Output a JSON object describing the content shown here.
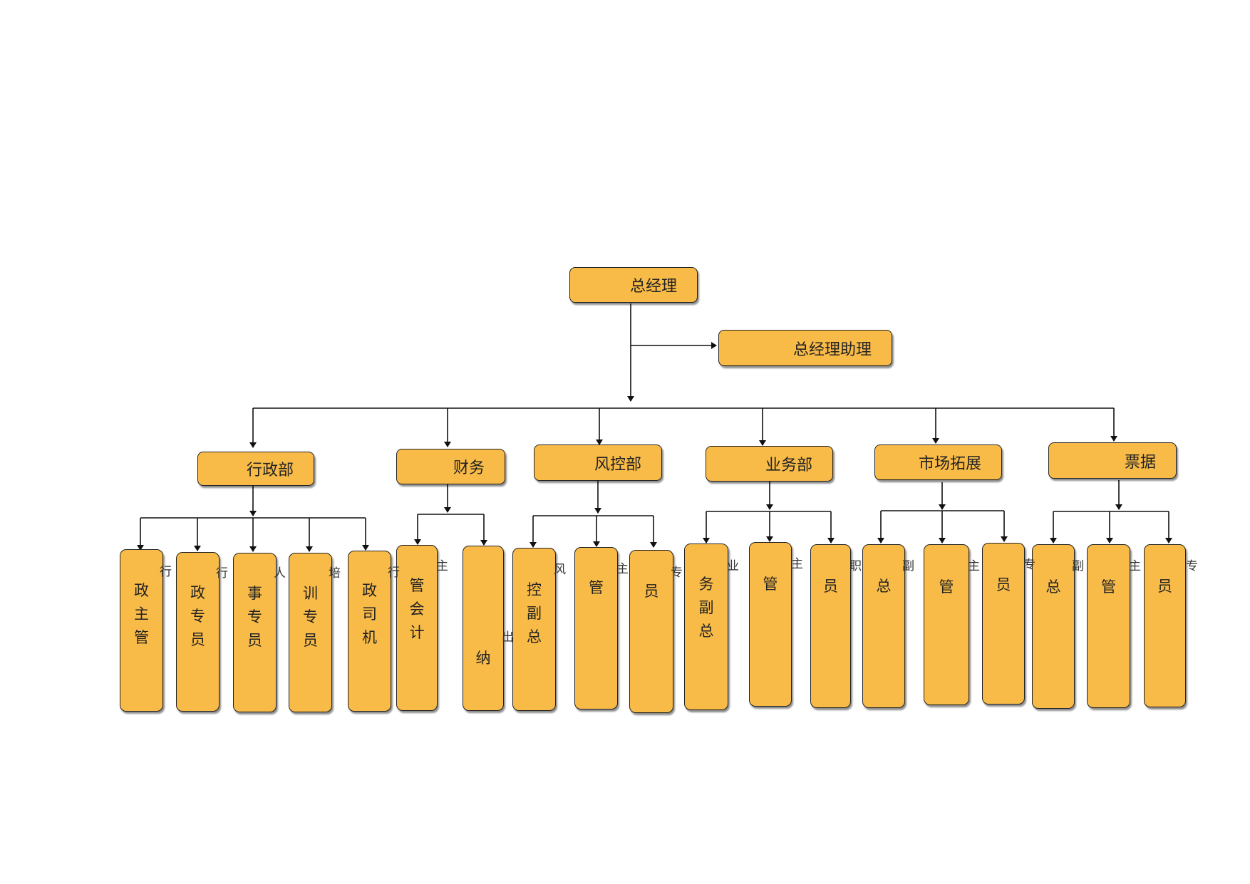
{
  "root": {
    "label": "总经理"
  },
  "assistant": {
    "label": "总经理助理"
  },
  "departments": [
    {
      "label": "行政部"
    },
    {
      "label": "财务"
    },
    {
      "label": "风控部"
    },
    {
      "label": "业务部"
    },
    {
      "label": "市场拓展"
    },
    {
      "label": "票据"
    }
  ],
  "positions": [
    {
      "label": "政\n主\n管"
    },
    {
      "label": "政\n专\n员"
    },
    {
      "label": "事\n专\n员"
    },
    {
      "label": "训\n专\n员"
    },
    {
      "label": "政\n司\n机"
    },
    {
      "label": "管\n会\n计"
    },
    {
      "label": "纳"
    },
    {
      "label": "控\n副\n总"
    },
    {
      "label": "管"
    },
    {
      "label": "员"
    },
    {
      "label": "务\n副\n总"
    },
    {
      "label": "管"
    },
    {
      "label": "员"
    },
    {
      "label": "总"
    },
    {
      "label": "管"
    },
    {
      "label": "员"
    },
    {
      "label": "总"
    },
    {
      "label": "管"
    },
    {
      "label": "员"
    }
  ],
  "stray_glyphs": [
    "行",
    "行",
    "人",
    "培",
    "行",
    "主",
    "出",
    "风",
    "主",
    "专",
    "业",
    "主",
    "职",
    "副",
    "主",
    "专",
    "副",
    "主",
    "专"
  ]
}
